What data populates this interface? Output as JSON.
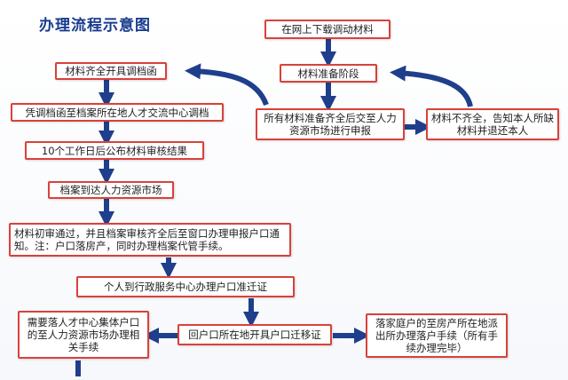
{
  "title": "办理流程示意图",
  "colors": {
    "box_border": "#d9413b",
    "arrow": "#1f3f8c",
    "title": "#1a3c8f"
  },
  "boxes": {
    "download": "在网上下载调动材料",
    "prep": "材料准备阶段",
    "submit": "所有材料准备齐全后交至人力资源市场进行申报",
    "incomplete": "材料不齐全，告知本人所缺材料并退还本人",
    "letter": "材料齐全开具调档函",
    "transfer": "凭调档函至档案所在地人才交流中心调档",
    "publish": "10个工作日后公布材料审核结果",
    "arrive": "档案到达人力资源市场",
    "review": "材料初审通过，并且档案审核齐全后至窗口办理申报户口通知。注：户口落房产，同时办理档案代管手续。",
    "govcenter": "个人到行政服务中心办理户口准迁证",
    "hukou": "回户口所在地开具户口迁移证",
    "collective": "需要落人才中心集体户口的至人力资源市场办理相关手续",
    "property": "落家庭户的至房产所在地派出所办理落户手续（所有手续办理完毕）"
  }
}
